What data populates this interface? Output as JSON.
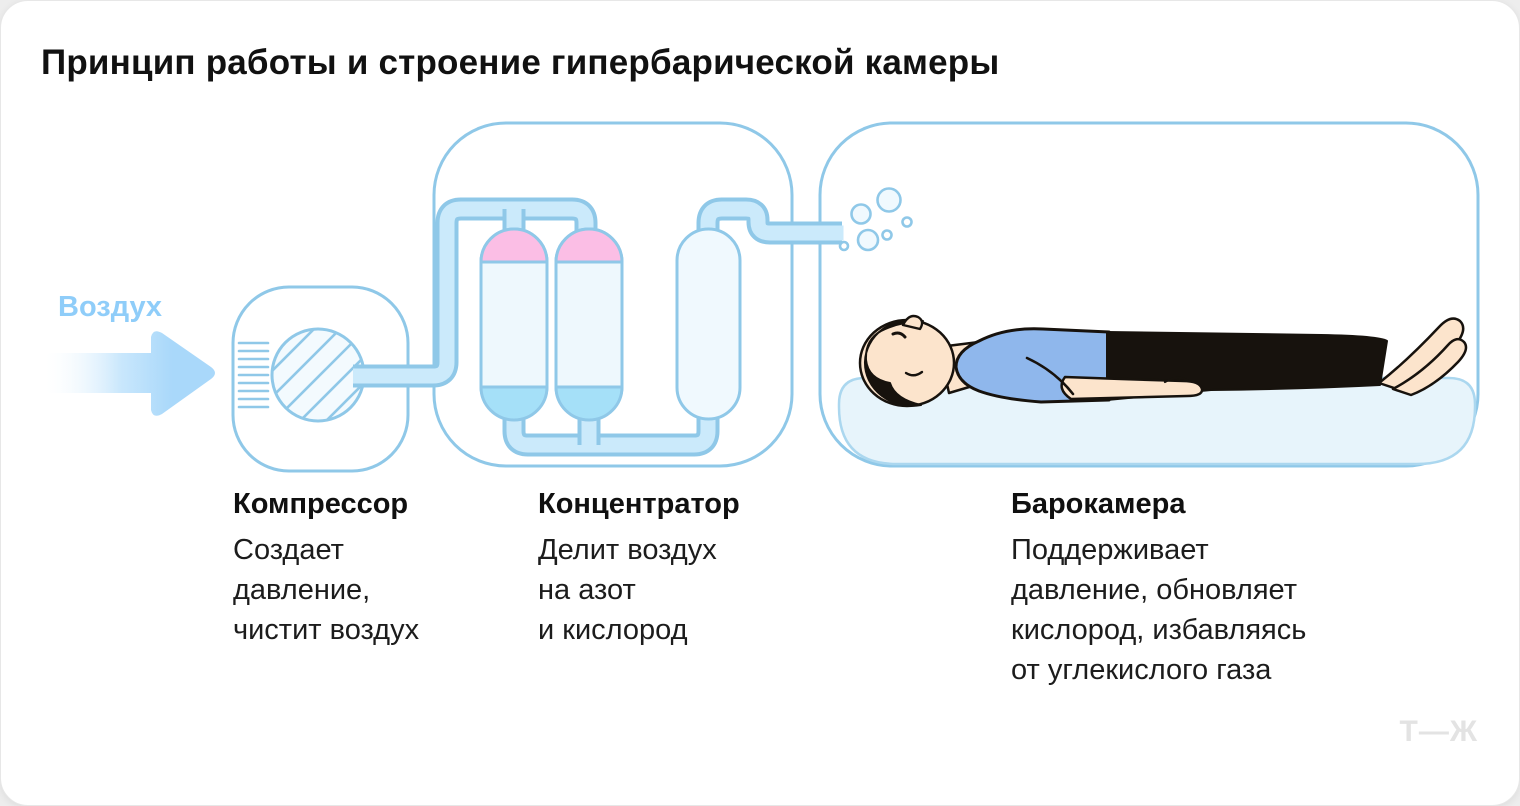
{
  "page": {
    "title": "Принцип работы и строение гипербарической камеры"
  },
  "diagram": {
    "air_label": "Воздух",
    "sections": [
      {
        "name": "Компрессор",
        "lines": [
          "Создает",
          "давление,",
          "чистит воздух"
        ]
      },
      {
        "name": "Концентратор",
        "lines": [
          "Делит воздух",
          "на азот",
          "и кислород"
        ]
      },
      {
        "name": "Барокамера",
        "lines": [
          "Поддерживает",
          "давление, обновляет",
          "кислород, избавляясь",
          "от углекислого газа"
        ]
      }
    ],
    "icons": [
      "air-arrow-icon",
      "compressor-illustration",
      "concentrator-illustration",
      "hyperbaric-chamber-illustration",
      "oxygen-bubbles-icon",
      "patient-illustration"
    ]
  },
  "footer": {
    "logo": "Т—Ж"
  },
  "colors": {
    "outline_blue": "#8fc8e8",
    "pipe_fill": "#cbeafb",
    "vessel_fill": "#eef8fd",
    "nitrogen_pink": "#fbbee5",
    "oxygen_blue": "#a5e0f8",
    "air_text": "#8fcdf9",
    "arrow_blue": "#a9d8fa",
    "mattress": "#e7f4fb",
    "shirt_blue": "#8fb7ec",
    "skin": "#fce4cc",
    "dark": "#17120d",
    "logo_gray": "#e3e3e3"
  }
}
